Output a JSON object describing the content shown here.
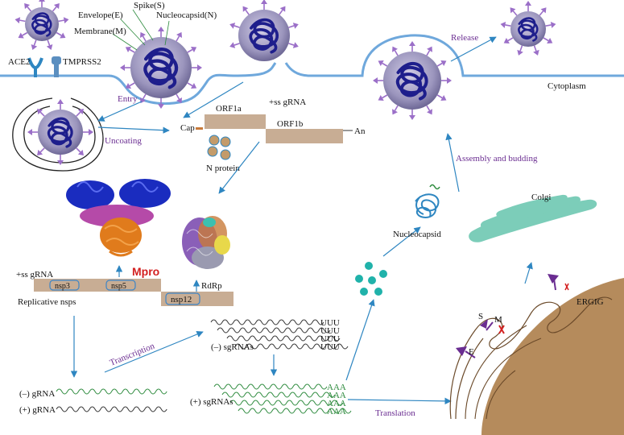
{
  "colors": {
    "membrane": "#6fa8dc",
    "arrow": "#2e86c1",
    "process_text": "#6a2d91",
    "spike": "#9b6fc8",
    "virion_shell": "#8f8ab0",
    "rna_core": "#1e1e8c",
    "genome_bar": "#c8ad94",
    "nsp_outline": "#3d85c6",
    "mpro_text": "#d32020",
    "golgi": "#7ccdb9",
    "green_rna": "#2e8b3e",
    "er_body": "#b58b5c",
    "teal_dots": "#20b2aa"
  },
  "labels": {
    "spike": "Spike(S)",
    "envelope": "Envelope(E)",
    "nucleocapsid_n": "Nucleocapsid(N)",
    "membrane": "Membrane(M)",
    "ace2": "ACE2",
    "tmprss2": "TMPRSS2",
    "entry": "Entry",
    "uncoating": "Uncoating",
    "release": "Release",
    "cytoplasm": "Cytoplasm",
    "ss_gRNA_top": "+ss gRNA",
    "cap": "Cap",
    "orf1a": "ORF1a",
    "orf1b": "ORF1b",
    "an": "An",
    "n_protein": "N protein",
    "assembly": "Assembly and budding",
    "colgi": "Colgi",
    "nucleocapsid": "Nucleocapsid",
    "mpro": "Mpro",
    "rdrp": "RdRp",
    "ss_gRNA_mid": "+ss gRNA",
    "nsp3": "nsp3",
    "nsp5": "nsp5",
    "nsp12": "nsp12",
    "replicative": "Replicative nsps",
    "transcription": "Transcription",
    "minus_sgRNAs": "(–) sgRNAs",
    "uuu": "UUU",
    "plus_sgRNAs": "(+) sgRNAs",
    "aaa": "AAA",
    "minus_gRNA": "(–) gRNA",
    "plus_gRNA": "(+) gRNA",
    "translation": "Translation",
    "ergig": "ERGIG",
    "s": "S",
    "m": "M",
    "e": "E"
  }
}
